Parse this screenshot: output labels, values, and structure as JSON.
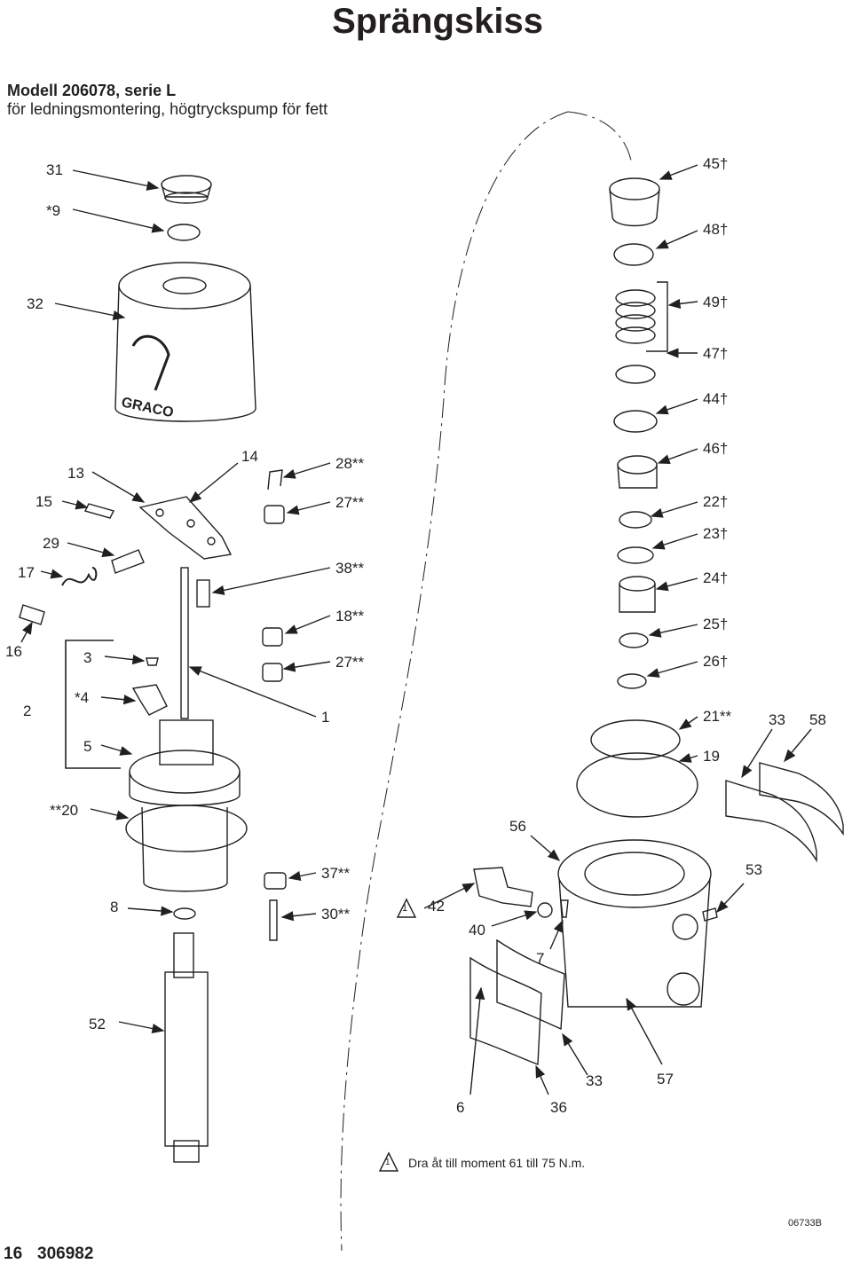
{
  "header": {
    "title": "Sprängskiss",
    "model_line": "Modell 206078, serie L",
    "subtitle": "för ledningsmontering, högtryckspump för fett"
  },
  "callouts": {
    "c31": "31",
    "c9": "*9",
    "c32": "32",
    "c13": "13",
    "c14": "14",
    "c15": "15",
    "c29": "29",
    "c17": "17",
    "c16": "16",
    "c3": "3",
    "c2": "2",
    "c4": "*4",
    "c5": "5",
    "c20": "**20",
    "c8": "8",
    "c52": "52",
    "c28": "28**",
    "c27a": "27**",
    "c38": "38**",
    "c18": "18**",
    "c27b": "27**",
    "c1": "1",
    "c37": "37**",
    "c30": "30**",
    "c45": "45†",
    "c48": "48†",
    "c49": "49†",
    "c47": "47†",
    "c44": "44†",
    "c46": "46†",
    "c22": "22†",
    "c23": "23†",
    "c24": "24†",
    "c25": "25†",
    "c26": "26†",
    "c21": "21**",
    "c19": "19",
    "c33a": "33",
    "c58": "58",
    "c56": "56",
    "c53": "53",
    "c42": "42",
    "c42mark": "1",
    "c40": "40",
    "c7": "7",
    "c6": "6",
    "c36": "36",
    "c33b": "33",
    "c57": "57"
  },
  "note": {
    "marker": "1",
    "text": "Dra åt till moment 61 till 75 N.m."
  },
  "footer": {
    "page_number": "16",
    "doc_number": "306982",
    "figure_id": "06733B"
  },
  "logo": {
    "brand": "GRACO"
  }
}
